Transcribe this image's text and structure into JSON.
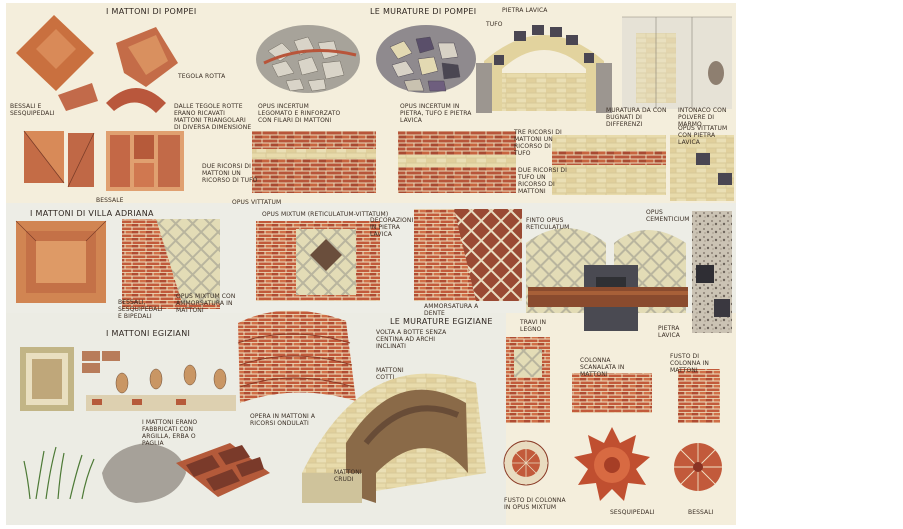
{
  "headings": {
    "mattoni_pompei": "I MATTONI DI POMPEI",
    "murature_pompei": "LE MURATURE DI POMPEI",
    "mattoni_villa_adriana": "I MATTONI DI VILLA ADRIANA",
    "mattoni_egiziani": "I MATTONI EGIZIANI",
    "murature_egiziane": "LE MURATURE EGIZIANE"
  },
  "labels": {
    "tegola_rotta": "TEGOLA ROTTA",
    "bessali_sesquipedali": "BESSALI E SESQUIPEDALI",
    "dalle_tegole_rotte": "DALLE TEGOLE ROTTE ERANO RICAVATI MATTONI TRIANGOLARI DI DIVERSA DIMENSIONE",
    "bessale": "BESSALE",
    "opus_incertum_1": "OPUS INCERTUM LEGOMATO E RINFORZATO CON FILARI DI MATTONI",
    "opus_incertum_2": "OPUS INCERTUM IN PIETRA, TUFO E PIETRA LAVICA",
    "tufo": "TUFO",
    "pietra_lavica": "PIETRA LAVICA",
    "muratura_pali": "MURATURA DA CON BUGNATI DI DIFFERENZI",
    "intonaco": "INTONACO CON POLVERE DI MARMO",
    "due_ricorsi_1": "DUE RICORSI DI MATTONI UN RICORSO DI TUFO",
    "tre_ricorsi": "TRE RICORSI DI MATTONI UN RICORSO DI TUFO",
    "due_ricorsi_2": "DUE RICORSI DI TUFO UN RICORSO DI MATTONI",
    "opus_vittatum_pietra": "OPUS VITTATUM CON PIETRA LAVICA",
    "opus_vittatum": "OPUS VITTATUM",
    "opus_mixtum_reticulatum": "OPUS MIXTUM (RETICULATUM-VITTATUM)",
    "decorazioni": "DECORAZIONI IN PIETRA LAVICA",
    "finto_opus": "FINTO OPUS RETICULATUM",
    "opus_cementicium": "OPUS CEMENTICIUM",
    "bessali_sesquipedali_2": "BESSALI, SESQUIPEDALI E BIPEDALI",
    "opus_mixtum_ammorsatura": "OPUS MIXTUM CON AMMORSATURA IN MATTONI",
    "ammorsatura": "AMMORSATURA A DENTE",
    "travi_legno": "TRAVI IN LEGNO",
    "pietra_lavica_2": "PIETRA LAVICA",
    "opera_mattoni": "OPERA IN MATTONI A RICORSI ONDULATI",
    "volta_a_botte": "VOLTA A BOTTE SENZA CENTINA AD ARCHI INCLINATI",
    "mattoni_cotti": "MATTONI COTTI",
    "mattoni_crudi": "MATTONI CRUDI",
    "mattoni_erano": "I MATTONI ERANO FABBRICATI CON ARGILLA, ERBA O PAGLIA",
    "colonna_scanalata": "COLONNA SCANALATA IN MATTONI",
    "fusto_colonna_1": "FUSTO DI COLONNA IN MATTONI",
    "fusto_colonna_2": "FUSTO DI COLONNA IN OPUS MIXTUM",
    "sesquipedali": "SESQUIPEDALI",
    "bessali": "BESSALI"
  },
  "colors": {
    "paper": "#f4eedc",
    "brick": "#b8553a",
    "brick_light": "#d9845a",
    "tufo": "#e3d3a0",
    "stone": "#9c9690",
    "lava": "#4a4652"
  }
}
